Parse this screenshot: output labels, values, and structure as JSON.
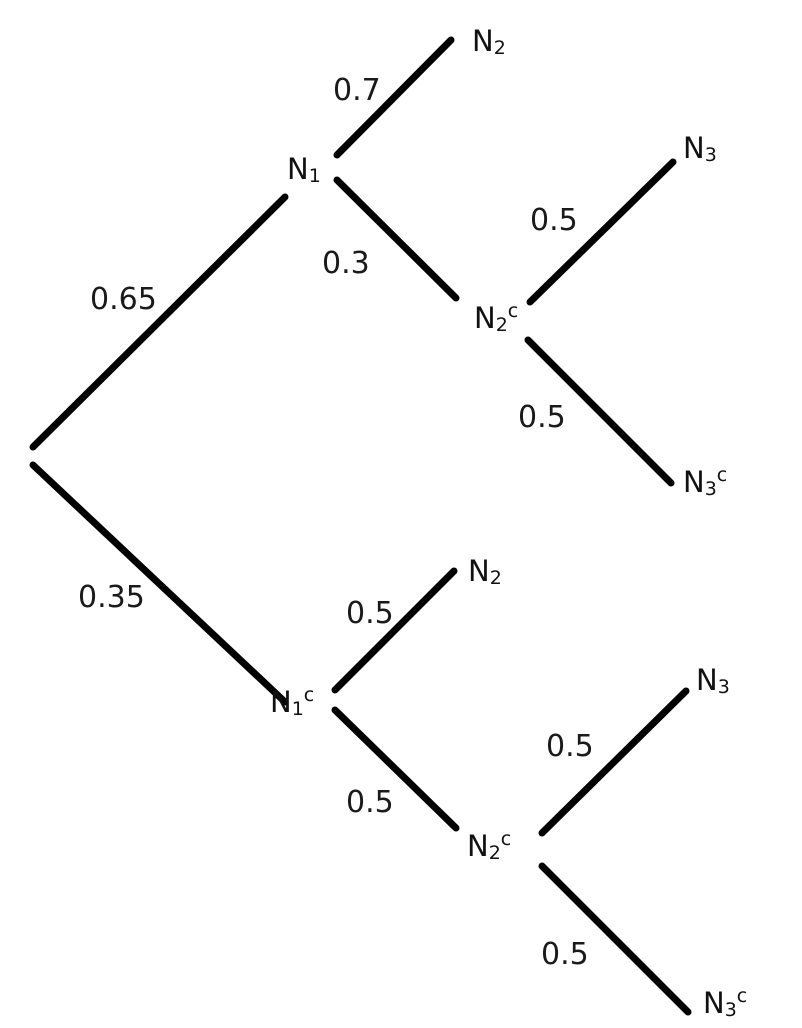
{
  "diagram": {
    "type": "probability-tree",
    "colors": {
      "line": "#000000",
      "text": "#111111",
      "background": "#ffffff"
    },
    "nodes": [
      {
        "id": "n1",
        "base": "N",
        "sub": "1",
        "sup": ""
      },
      {
        "id": "n1c",
        "base": "N",
        "sub": "1",
        "sup": "c"
      },
      {
        "id": "n2-a",
        "base": "N",
        "sub": "2",
        "sup": ""
      },
      {
        "id": "n2c-a",
        "base": "N",
        "sub": "2",
        "sup": "c"
      },
      {
        "id": "n3-a",
        "base": "N",
        "sub": "3",
        "sup": ""
      },
      {
        "id": "n3c-a",
        "base": "N",
        "sub": "3",
        "sup": "c"
      },
      {
        "id": "n2-b",
        "base": "N",
        "sub": "2",
        "sup": ""
      },
      {
        "id": "n2c-b",
        "base": "N",
        "sub": "2",
        "sup": "c"
      },
      {
        "id": "n3-b",
        "base": "N",
        "sub": "3",
        "sup": ""
      },
      {
        "id": "n3c-b",
        "base": "N",
        "sub": "3",
        "sup": "c"
      }
    ],
    "edges": [
      {
        "id": "root-n1",
        "from": "root",
        "to": "n1",
        "label": "0.65"
      },
      {
        "id": "root-n1c",
        "from": "root",
        "to": "n1c",
        "label": "0.35"
      },
      {
        "id": "n1-n2",
        "from": "n1",
        "to": "n2-a",
        "label": "0.7"
      },
      {
        "id": "n1-n2c",
        "from": "n1",
        "to": "n2c-a",
        "label": "0.3"
      },
      {
        "id": "n2c-n3",
        "from": "n2c-a",
        "to": "n3-a",
        "label": "0.5"
      },
      {
        "id": "n2c-n3c",
        "from": "n2c-a",
        "to": "n3c-a",
        "label": "0.5"
      },
      {
        "id": "n1c-n2",
        "from": "n1c",
        "to": "n2-b",
        "label": "0.5"
      },
      {
        "id": "n1c-n2c",
        "from": "n1c",
        "to": "n2c-b",
        "label": "0.5"
      },
      {
        "id": "n2cb-n3",
        "from": "n2c-b",
        "to": "n3-b",
        "label": "0.5"
      },
      {
        "id": "n2cb-n3c",
        "from": "n2c-b",
        "to": "n3c-b",
        "label": "0.5"
      }
    ]
  }
}
